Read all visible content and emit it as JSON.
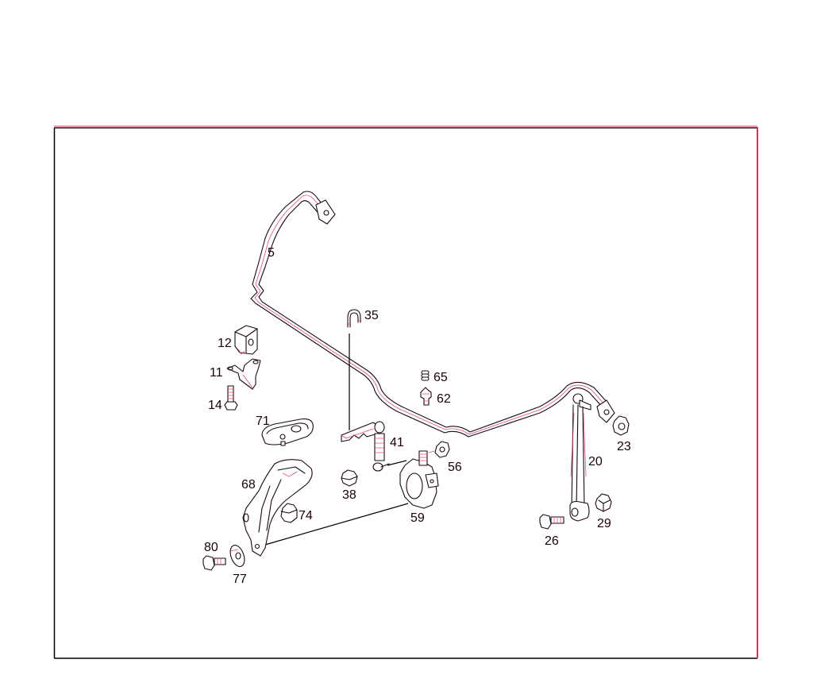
{
  "diagram": {
    "type": "exploded-parts-diagram",
    "colors": {
      "line": "#1a0a10",
      "accent": "#e0305a",
      "frame_right": "#e8285a",
      "background": "#ffffff"
    },
    "callouts": {
      "c5": "5",
      "c35": "35",
      "c12": "12",
      "c11": "11",
      "c14": "14",
      "c65": "65",
      "c62": "62",
      "c71": "71",
      "c41": "41",
      "c23": "23",
      "c56": "56",
      "c20": "20",
      "c38": "38",
      "c68": "68",
      "c59": "59",
      "c74": "74",
      "c29": "29",
      "c26": "26",
      "c80": "80",
      "c77": "77"
    }
  }
}
